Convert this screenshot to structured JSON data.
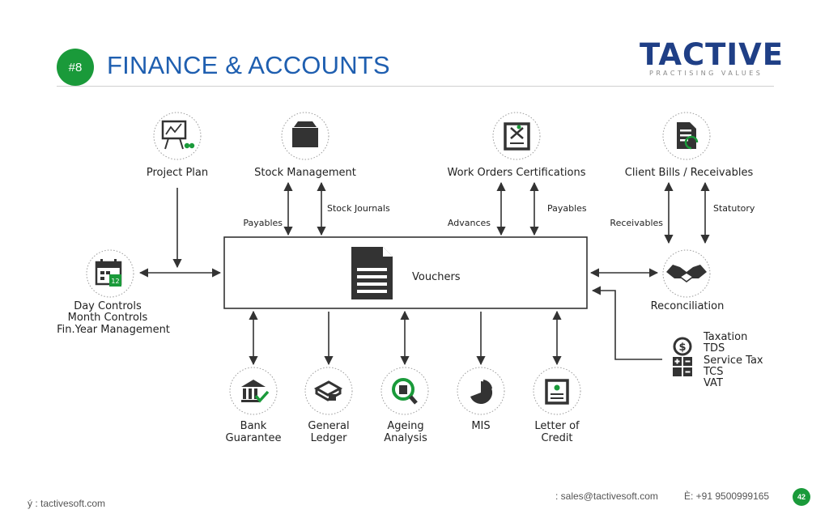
{
  "header": {
    "slide_tag": "#8",
    "title": "FINANCE & ACCOUNTS",
    "logo_text": "TACTIVE",
    "logo_tagline": "PRACTISING VALUES"
  },
  "center": {
    "label": "Vouchers"
  },
  "nodes": {
    "project_plan": "Project Plan",
    "stock_management": "Stock Management",
    "work_orders": "Work Orders Certifications",
    "client_bills": "Client Bills / Receivables",
    "day_controls": [
      "Day Controls",
      "Month Controls",
      "Fin.Year Management"
    ],
    "reconciliation": "Reconciliation",
    "taxes": [
      "Taxation",
      "TDS",
      "Service Tax",
      "TCS",
      "VAT"
    ],
    "bank_guarantee": [
      "Bank",
      "Guarantee"
    ],
    "general_ledger": [
      "General",
      "Ledger"
    ],
    "ageing_analysis": [
      "Ageing",
      "Analysis"
    ],
    "mis": "MIS",
    "letter_of_credit": [
      "Letter of",
      "Credit"
    ]
  },
  "flows": {
    "payables_stock": "Payables",
    "stock_journals": "Stock Journals",
    "advances": "Advances",
    "payables_work": "Payables",
    "receivables": "Receivables",
    "statutory": "Statutory"
  },
  "icons": {
    "project_plan": "presentation-board-icon",
    "stock_management": "box-icon",
    "work_orders": "certificate-icon",
    "client_bills": "bill-icon",
    "day_controls": "calendar-icon",
    "vouchers": "document-icon",
    "reconciliation": "handshake-icon",
    "taxes": "tax-calculator-icon",
    "bank_guarantee": "bank-icon",
    "general_ledger": "ledger-icon",
    "ageing_analysis": "magnifier-icon",
    "mis": "pie-chart-icon",
    "letter_of_credit": "letter-icon"
  },
  "footer": {
    "website": "ý : tactivesoft.com",
    "email": ": sales@tactivesoft.com",
    "phone": "È: +91 9500999165",
    "page": "42"
  },
  "colors": {
    "accent_green": "#1a9a3a",
    "title_blue": "#1f5fb0",
    "logo_navy": "#1f3f86"
  }
}
